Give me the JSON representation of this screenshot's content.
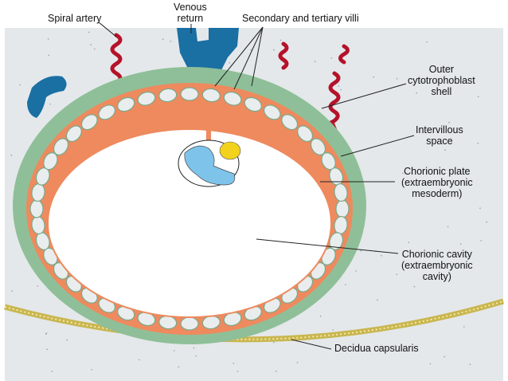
{
  "labels": {
    "spiral_artery": "Spiral artery",
    "venous_return": [
      "Venous",
      "return"
    ],
    "villi": "Secondary and tertiary villi",
    "outer_shell": [
      "Outer",
      "cytotrophoblast",
      "shell"
    ],
    "intervillous": [
      "Intervillous",
      "space"
    ],
    "chorionic_plate": [
      "Chorionic plate",
      "(extraembryonic",
      "mesoderm)"
    ],
    "chorionic_cavity": [
      "Chorionic cavity",
      "(extraembryonic",
      "cavity)"
    ],
    "decidua_capsularis": "Decidua capsularis"
  },
  "colors": {
    "decidua": "#e4e8ea",
    "shell_green": "#8fbf98",
    "chorion_orange": "#ee8a5e",
    "villus_fill": "#e9edee",
    "spiral_red": "#b5122a",
    "venous_blue": "#1a6fa3",
    "cavity": "#ffffff",
    "embryo_blue": "#7ec4ea",
    "yolk_yellow": "#f2d21c",
    "capsule_yellow": "#d8c766"
  }
}
